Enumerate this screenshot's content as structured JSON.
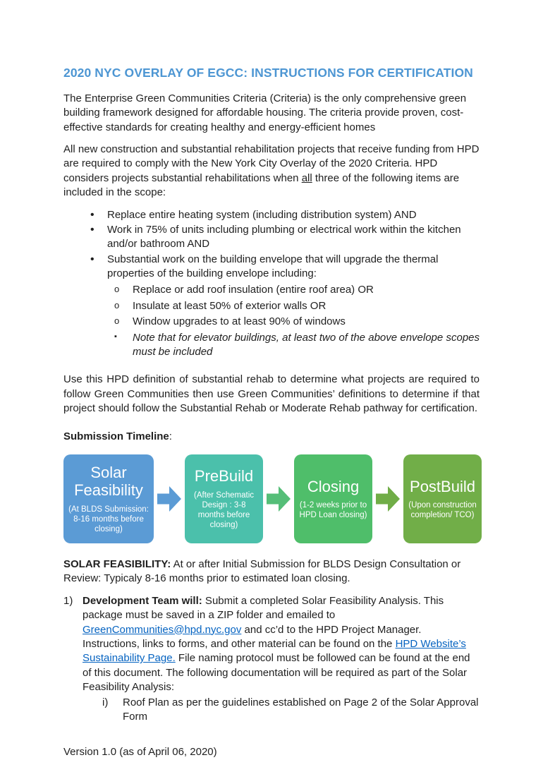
{
  "doc": {
    "title": "2020 NYC OVERLAY OF EGCC: INSTRUCTIONS FOR CERTIFICATION",
    "p1": "The Enterprise Green Communities Criteria (Criteria) is the only comprehensive green building framework designed for affordable housing. The criteria provide proven, cost-effective standards for creating healthy and energy-efficient homes",
    "p2_pre": "All new construction and substantial rehabilitation projects that receive funding from HPD are required to comply with the New York City Overlay of the 2020 Criteria. HPD considers projects substantial rehabilitations when ",
    "p2_underlined": "all",
    "p2_post": " three of the following items are included in the scope:",
    "bullets": [
      "Replace entire heating system (including distribution system) AND",
      "Work in 75% of units including plumbing or electrical work within the kitchen and/or bathroom AND",
      "Substantial work on the building envelope that will upgrade the thermal properties of the building envelope including:"
    ],
    "sub_bullets": [
      "Replace or add roof insulation (entire roof area) OR",
      "Insulate at least 50% of exterior walls OR",
      "Window upgrades to at least 90% of windows"
    ],
    "note": "Note that for elevator buildings, at least two of the above envelope scopes must be included",
    "p3": "Use this HPD definition of substantial rehab to determine what projects are required to follow Green Communities then use Green Communities’ definitions to determine if that project should follow the Substantial Rehab or Moderate Rehab pathway for certification.",
    "timeline_heading": "Submission Timeline",
    "timeline_heading_suffix": ":"
  },
  "timeline": {
    "steps": [
      {
        "title": "Solar Feasibility",
        "subtitle": "(At BLDS Submission: 8-16 months before closing)",
        "color": "#5B9BD5"
      },
      {
        "title": "PreBuild",
        "subtitle": "(After Schematic Design : 3-8 months before closing)",
        "color": "#4BC0AB"
      },
      {
        "title": "Closing",
        "subtitle": "(1-2 weeks prior to HPD Loan closing)",
        "color": "#4FBE6A"
      },
      {
        "title": "PostBuild",
        "subtitle": "(Upon construction completion/ TCO)",
        "color": "#71AE48"
      }
    ],
    "arrows": [
      {
        "name": "arrow-1",
        "color": "#5B9BD5"
      },
      {
        "name": "arrow-2",
        "color": "#55BE78"
      },
      {
        "name": "arrow-3",
        "color": "#70AD47"
      }
    ]
  },
  "solar_section": {
    "heading": "SOLAR FEASIBILITY:",
    "text": " At or after Initial Submission for BLDS Design Consultation or Review: Typicaly 8-16 months prior to estimated loan closing."
  },
  "item1": {
    "marker": "1)",
    "lead_bold": "Development Team will:",
    "seg1": " Submit a completed Solar Feasibility Analysis. This package must be saved in a ZIP folder and emailed to ",
    "link_email": "GreenCommunities@hpd.nyc.gov",
    "seg2": " and cc’d to the HPD Project Manager. Instructions, links to forms, and other material can be found on the ",
    "link_site": "HPD Website’s Sustainability Page.",
    "seg3": " File naming protocol must be followed can be found at the end of this document. The following documentation will be required as part of the Solar Feasibility Analysis:",
    "sub_marker": "i)",
    "sub_text": "Roof Plan as per the guidelines established on Page 2 of the Solar Approval Form"
  },
  "footer": {
    "version_text": "Version 1.0 (as of April 06, 2020)"
  },
  "colors": {
    "heading_blue": "#4D96D3",
    "link_blue": "#0563C1",
    "body_text": "#1f1f1f"
  }
}
